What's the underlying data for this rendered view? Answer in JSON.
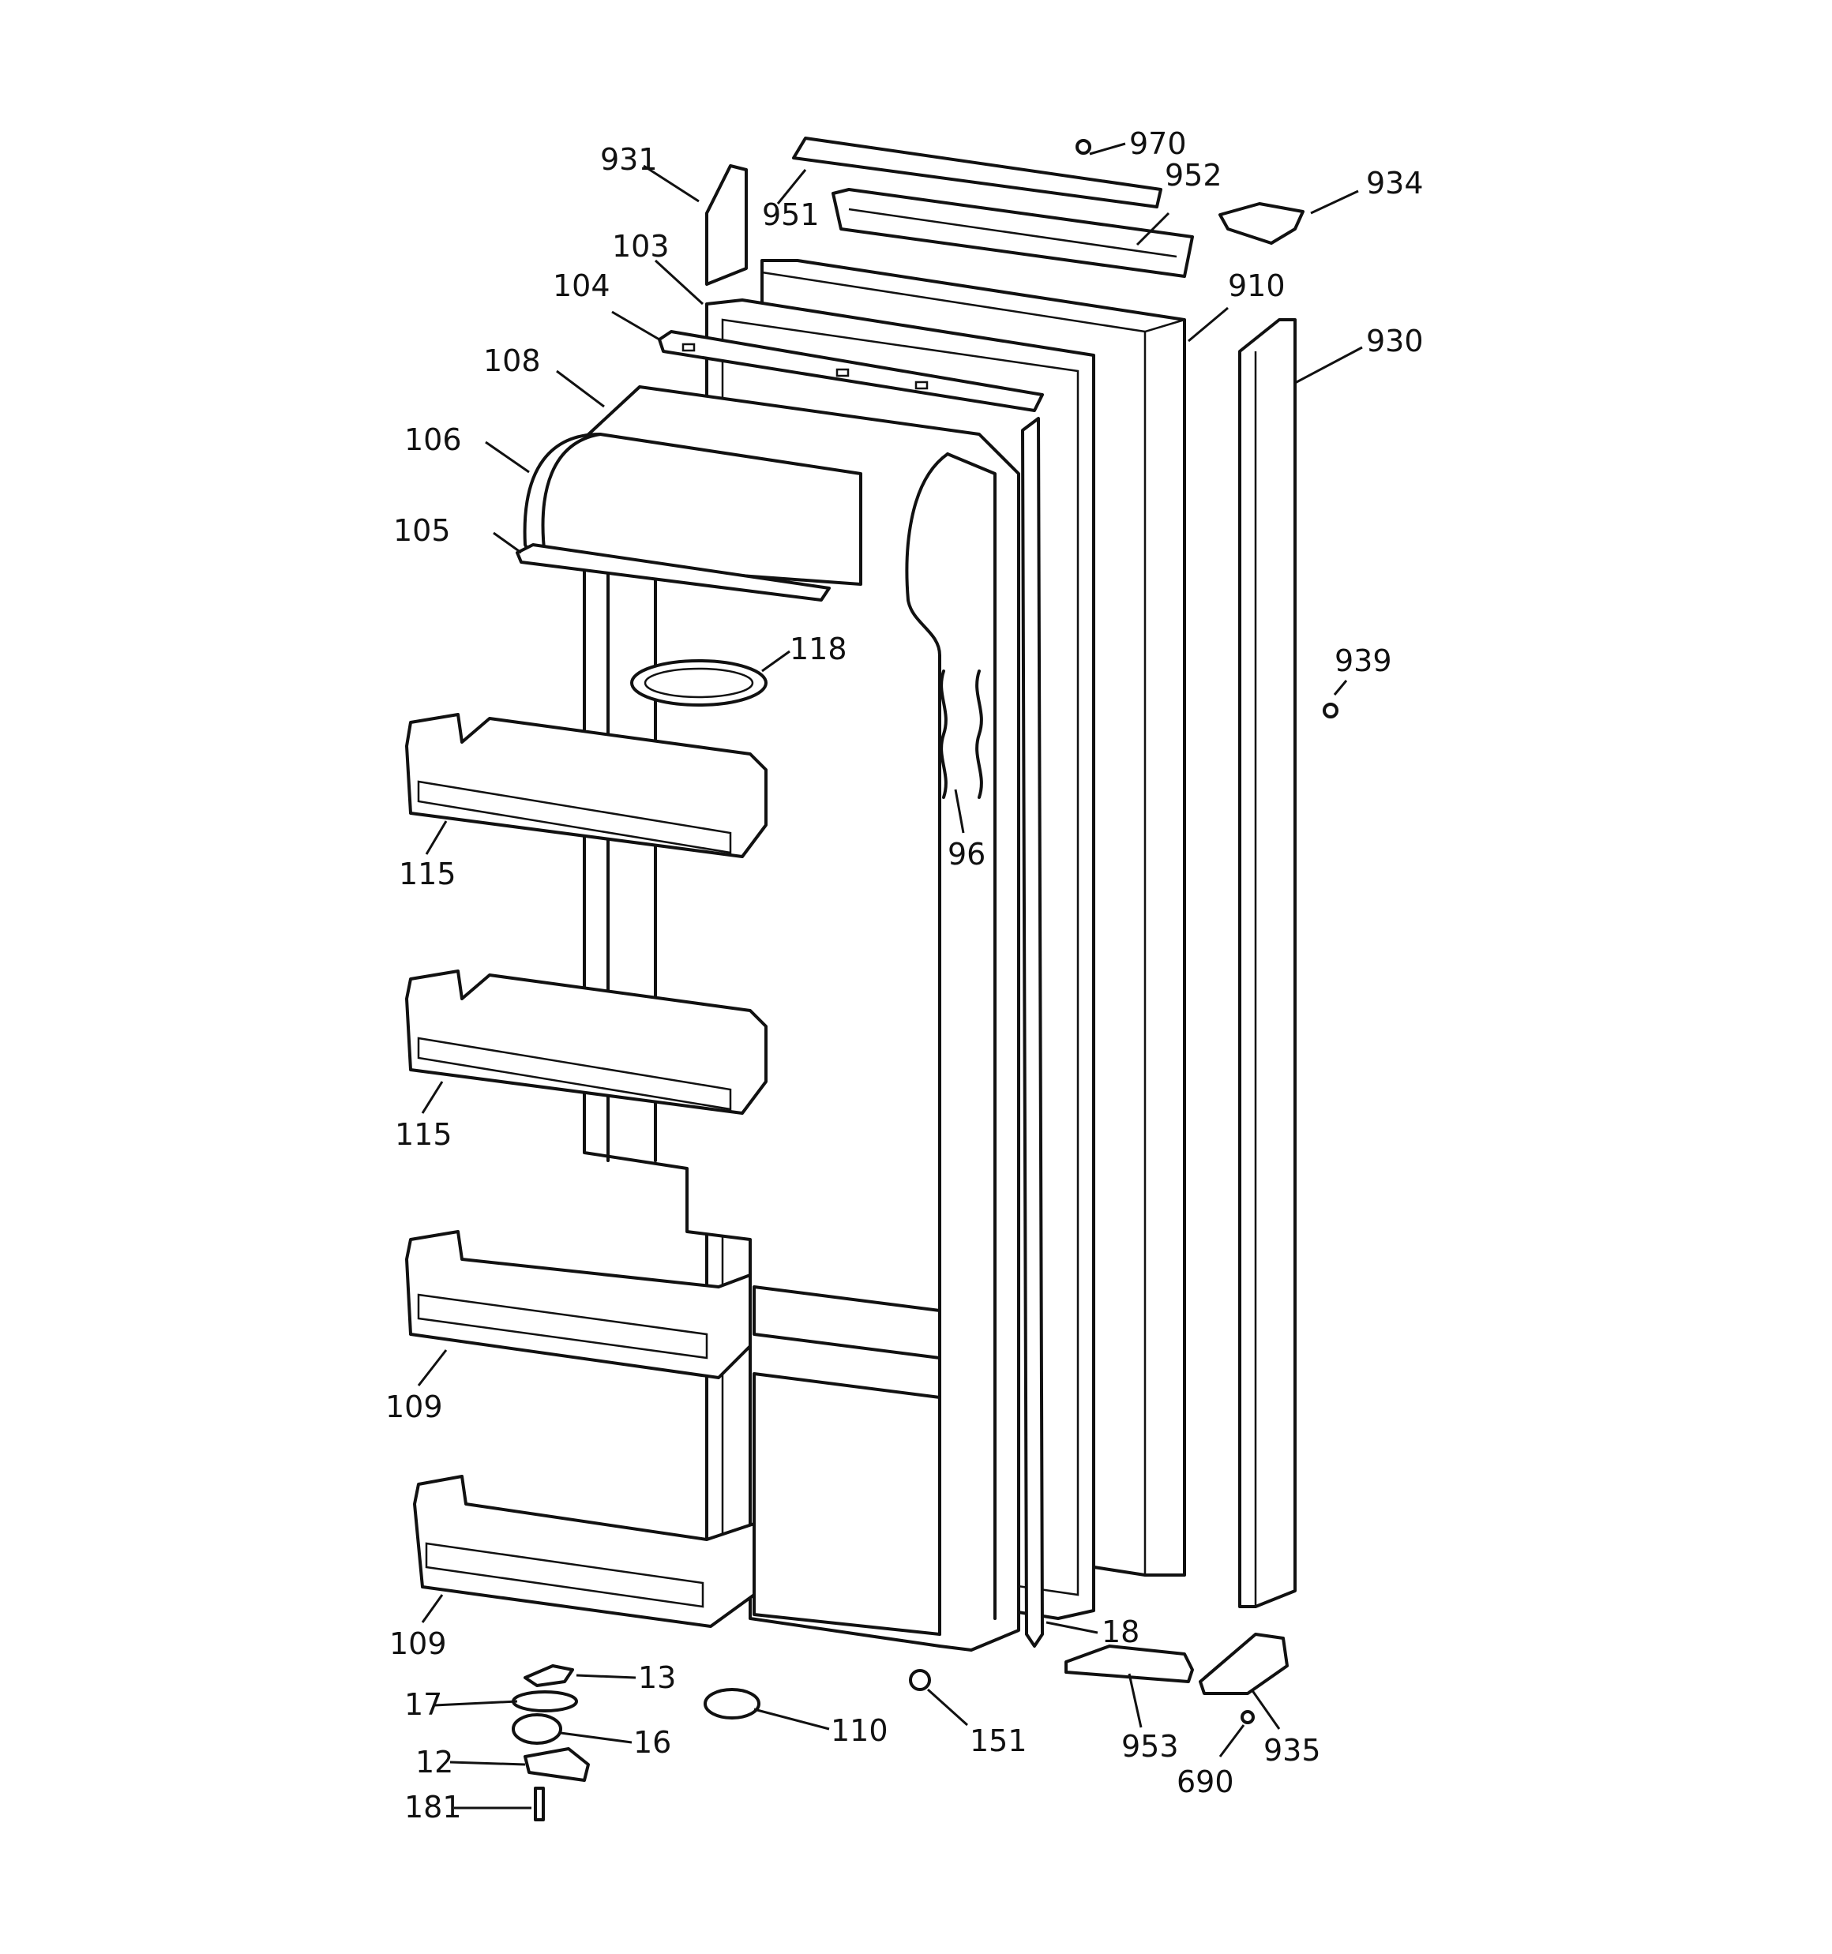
{
  "callouts": {
    "c970": "970",
    "c951": "951",
    "c952": "952",
    "c934": "934",
    "c931": "931",
    "c103": "103",
    "c104": "104",
    "c910": "910",
    "c930": "930",
    "c108": "108",
    "c106": "106",
    "c105": "105",
    "c118": "118",
    "c939": "939",
    "c96": "96",
    "c115a": "115",
    "c115b": "115",
    "c109a": "109",
    "c109b": "109",
    "c18": "18",
    "c13": "13",
    "c17": "17",
    "c16": "16",
    "c12": "12",
    "c181": "181",
    "c110": "110",
    "c151": "151",
    "c953": "953",
    "c935": "935",
    "c690": "690"
  }
}
